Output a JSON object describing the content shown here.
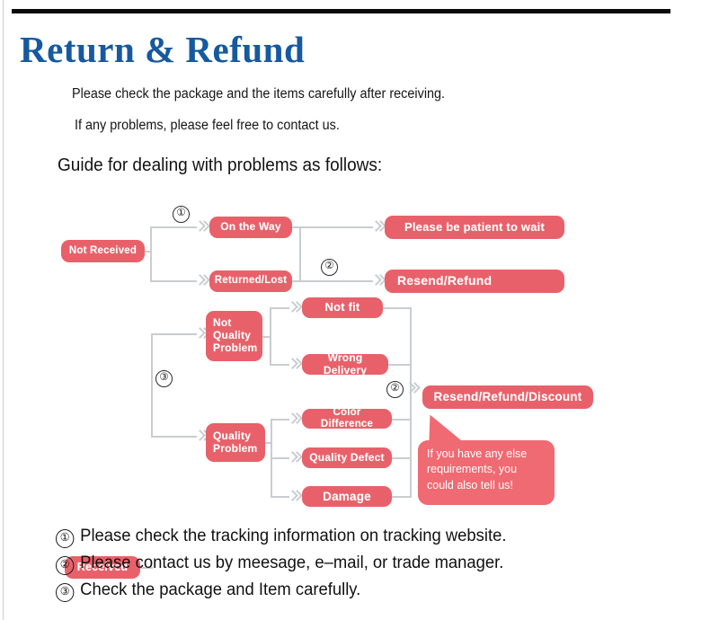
{
  "document": {
    "title": "Return & Refund",
    "title_color": "#17599f",
    "accent_color": "#e8616a",
    "connector_color": "#c9cdd1",
    "intro_line_1": "Please check the package and the items carefully after receiving.",
    "intro_line_2": "If any problems, please feel free to contact us.",
    "guide_heading": "Guide for dealing with problems as follows:"
  },
  "flowchart": {
    "nodes": {
      "not_received": "Not Received",
      "on_the_way": "On the Way",
      "returned_lost": "Returned/Lost",
      "please_be_patient": "Please be patient to wait",
      "resend_refund": "Resend/Refund",
      "received": "Received",
      "not_quality_problem_line1": "Not",
      "not_quality_problem_line2": "Quality",
      "not_quality_problem_line3": "Problem",
      "not_fit": "Not fit",
      "wrong_delivery": "Wrong Delivery",
      "quality_problem_line1": "Quality",
      "quality_problem_line2": "Problem",
      "color_difference": "Color Difference",
      "quality_defect": "Quality Defect",
      "damage": "Damage",
      "resend_refund_discount": "Resend/Refund/Discount"
    },
    "markers": {
      "marker_1": "①",
      "marker_2_top": "②",
      "marker_3": "③",
      "marker_2_bottom": "②"
    },
    "callout": "If you have any else requirements, you could also tell us!"
  },
  "footnotes": [
    {
      "num": "①",
      "text": "Please check the tracking information on tracking website."
    },
    {
      "num": "②",
      "text": "Please contact us by meesage, e–mail, or trade manager."
    },
    {
      "num": "③",
      "text": "Check the package and Item carefully."
    }
  ]
}
